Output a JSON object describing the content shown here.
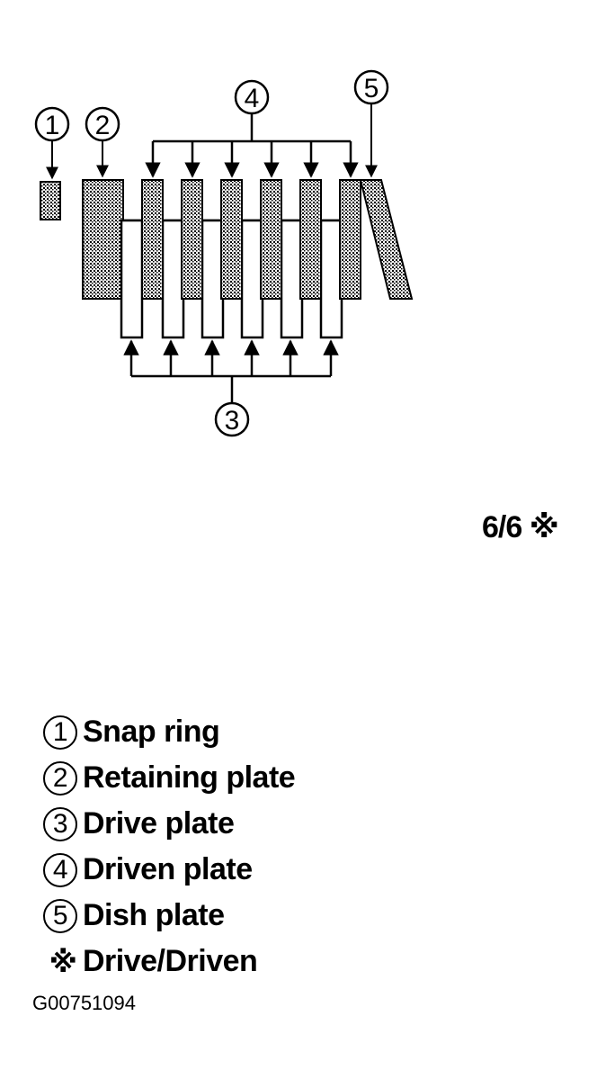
{
  "callouts": {
    "snap_ring": "1",
    "retaining_plate": "2",
    "drive_plate": "3",
    "driven_plate": "4",
    "dish_plate": "5"
  },
  "ratio_label": "6/6",
  "ratio_mark": "※",
  "legend": [
    {
      "marker": "1",
      "label": "Snap ring"
    },
    {
      "marker": "2",
      "label": "Retaining plate"
    },
    {
      "marker": "3",
      "label": "Drive plate"
    },
    {
      "marker": "4",
      "label": "Driven plate"
    },
    {
      "marker": "5",
      "label": "Dish plate"
    },
    {
      "marker": "※",
      "label": "Drive/Driven"
    }
  ],
  "figure_code": "G00751094"
}
